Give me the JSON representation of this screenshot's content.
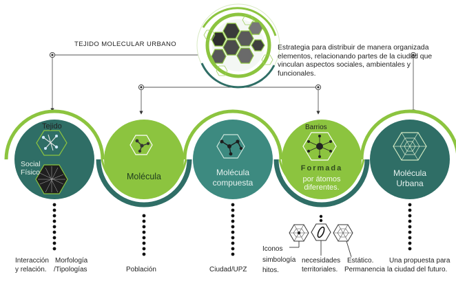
{
  "title": "TEJIDO MOLECULAR URBANO",
  "strategy_text": "Estrategia para distribuir de manera organizada elementos, relacionando partes de la ciudad que vinculan aspectos sociales, ambientales y funcionales.",
  "stages": [
    {
      "top_label": "Tejido",
      "side_top": "Social",
      "side_bottom": "Físico",
      "line1": "",
      "line2": ""
    },
    {
      "line1": "Molécula",
      "line2": ""
    },
    {
      "line1": "Molécula",
      "line2": "compuesta"
    },
    {
      "top_label": "Barrios",
      "line1": "Formada",
      "line2": "por átomos",
      "line3": "diferentes."
    },
    {
      "line1": "Molécula",
      "line2": "Urbana"
    }
  ],
  "bottom_labels": {
    "interaccion": "Interacción",
    "relacion": "y relación.",
    "morfologia": "Morfología",
    "tipologias": "/Tipologías",
    "poblacion": "Población",
    "ciudad_upz": "Ciudad/UPZ",
    "iconos": "Iconos",
    "simbologia": "simbología",
    "hitos": "hitos.",
    "necesidades": "necesidades",
    "territoriales": "territoriales.",
    "estatico": "Estático.",
    "permanencia": "Permanencia",
    "propuesta": "Una propuesta para",
    "ciudad_futuro": "la ciudad del futuro."
  },
  "colors": {
    "dark_teal": "#2f6e66",
    "light_green": "#8cc43f",
    "mid_teal": "#3d8a80",
    "text": "#222222"
  }
}
